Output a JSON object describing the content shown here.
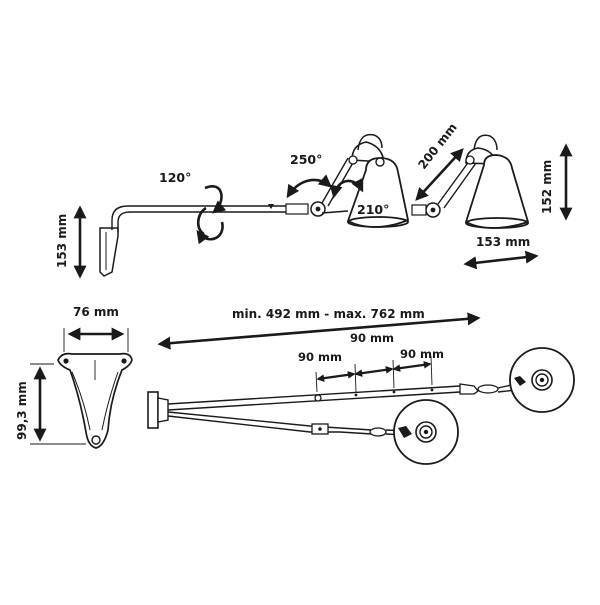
{
  "top_view": {
    "rotate_wall": "120°",
    "rotate_joint": "250°",
    "rotate_shade": "210°",
    "arm_segment": "200 mm",
    "shade_height": "152 mm",
    "shade_width": "153 mm",
    "mount_height": "153 mm"
  },
  "bracket": {
    "width": "76 mm",
    "height": "99,3 mm"
  },
  "plan_view": {
    "extension_range": "min. 492 mm - max. 762 mm",
    "step_1": "90 mm",
    "step_2": "90 mm",
    "step_3": "90 mm"
  }
}
